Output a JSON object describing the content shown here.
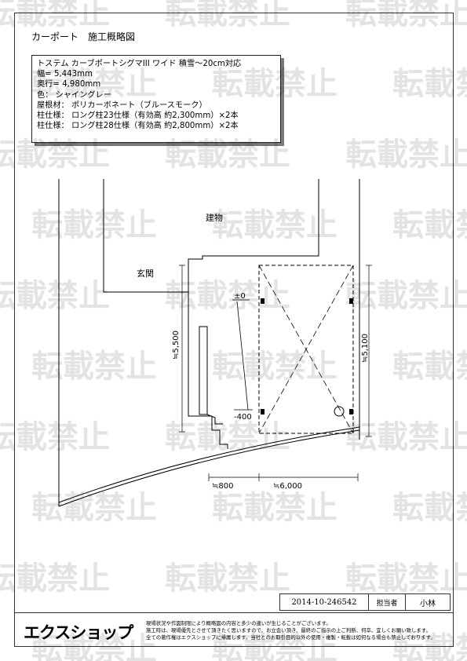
{
  "title": "カーポート　施工概略図",
  "spec": {
    "product": "トステム カーブポートシグマIII ワイド 積雪～20cm対応",
    "width": "幅= 5,443mm",
    "depth": "奥行= 4,980mm",
    "color": "色： シャイングレー",
    "roof": "屋根材： ポリカーボネート（ブルースモーク）",
    "post1": "柱仕様： ロング柱23仕様（有効高 約2,300mm）×2本",
    "post2": "柱仕様： ロング柱28仕様（有効高 約2,800mm）×2本"
  },
  "labels": {
    "building": "建物",
    "entrance": "玄関",
    "level_zero": "±0",
    "level_minus": "-400",
    "dim_left": "≒5,500",
    "dim_right": "≒5,100",
    "dim_bottom_left": "≒800",
    "dim_bottom_right": "≒6,000"
  },
  "watermark": "転載禁止",
  "footer": {
    "doc_number": "2014-10-246542",
    "staff_label": "担当者",
    "staff_name": "小林",
    "logo": "エクスショップ",
    "notes": [
      "現場状況や作図制限により概略図の内容と多少の違いが生じることがございます。",
      "施工時は、現場優先とさせて頂きたく思いますので、お立会い頂き、最終のご指示の上ご判断、何卒、宜しくお願い致します。",
      "全ての著作権はエクスショップに帰属します。当社とのお取引目的以外の使用・複製・転載は如何なる場合も禁止しております。"
    ]
  }
}
